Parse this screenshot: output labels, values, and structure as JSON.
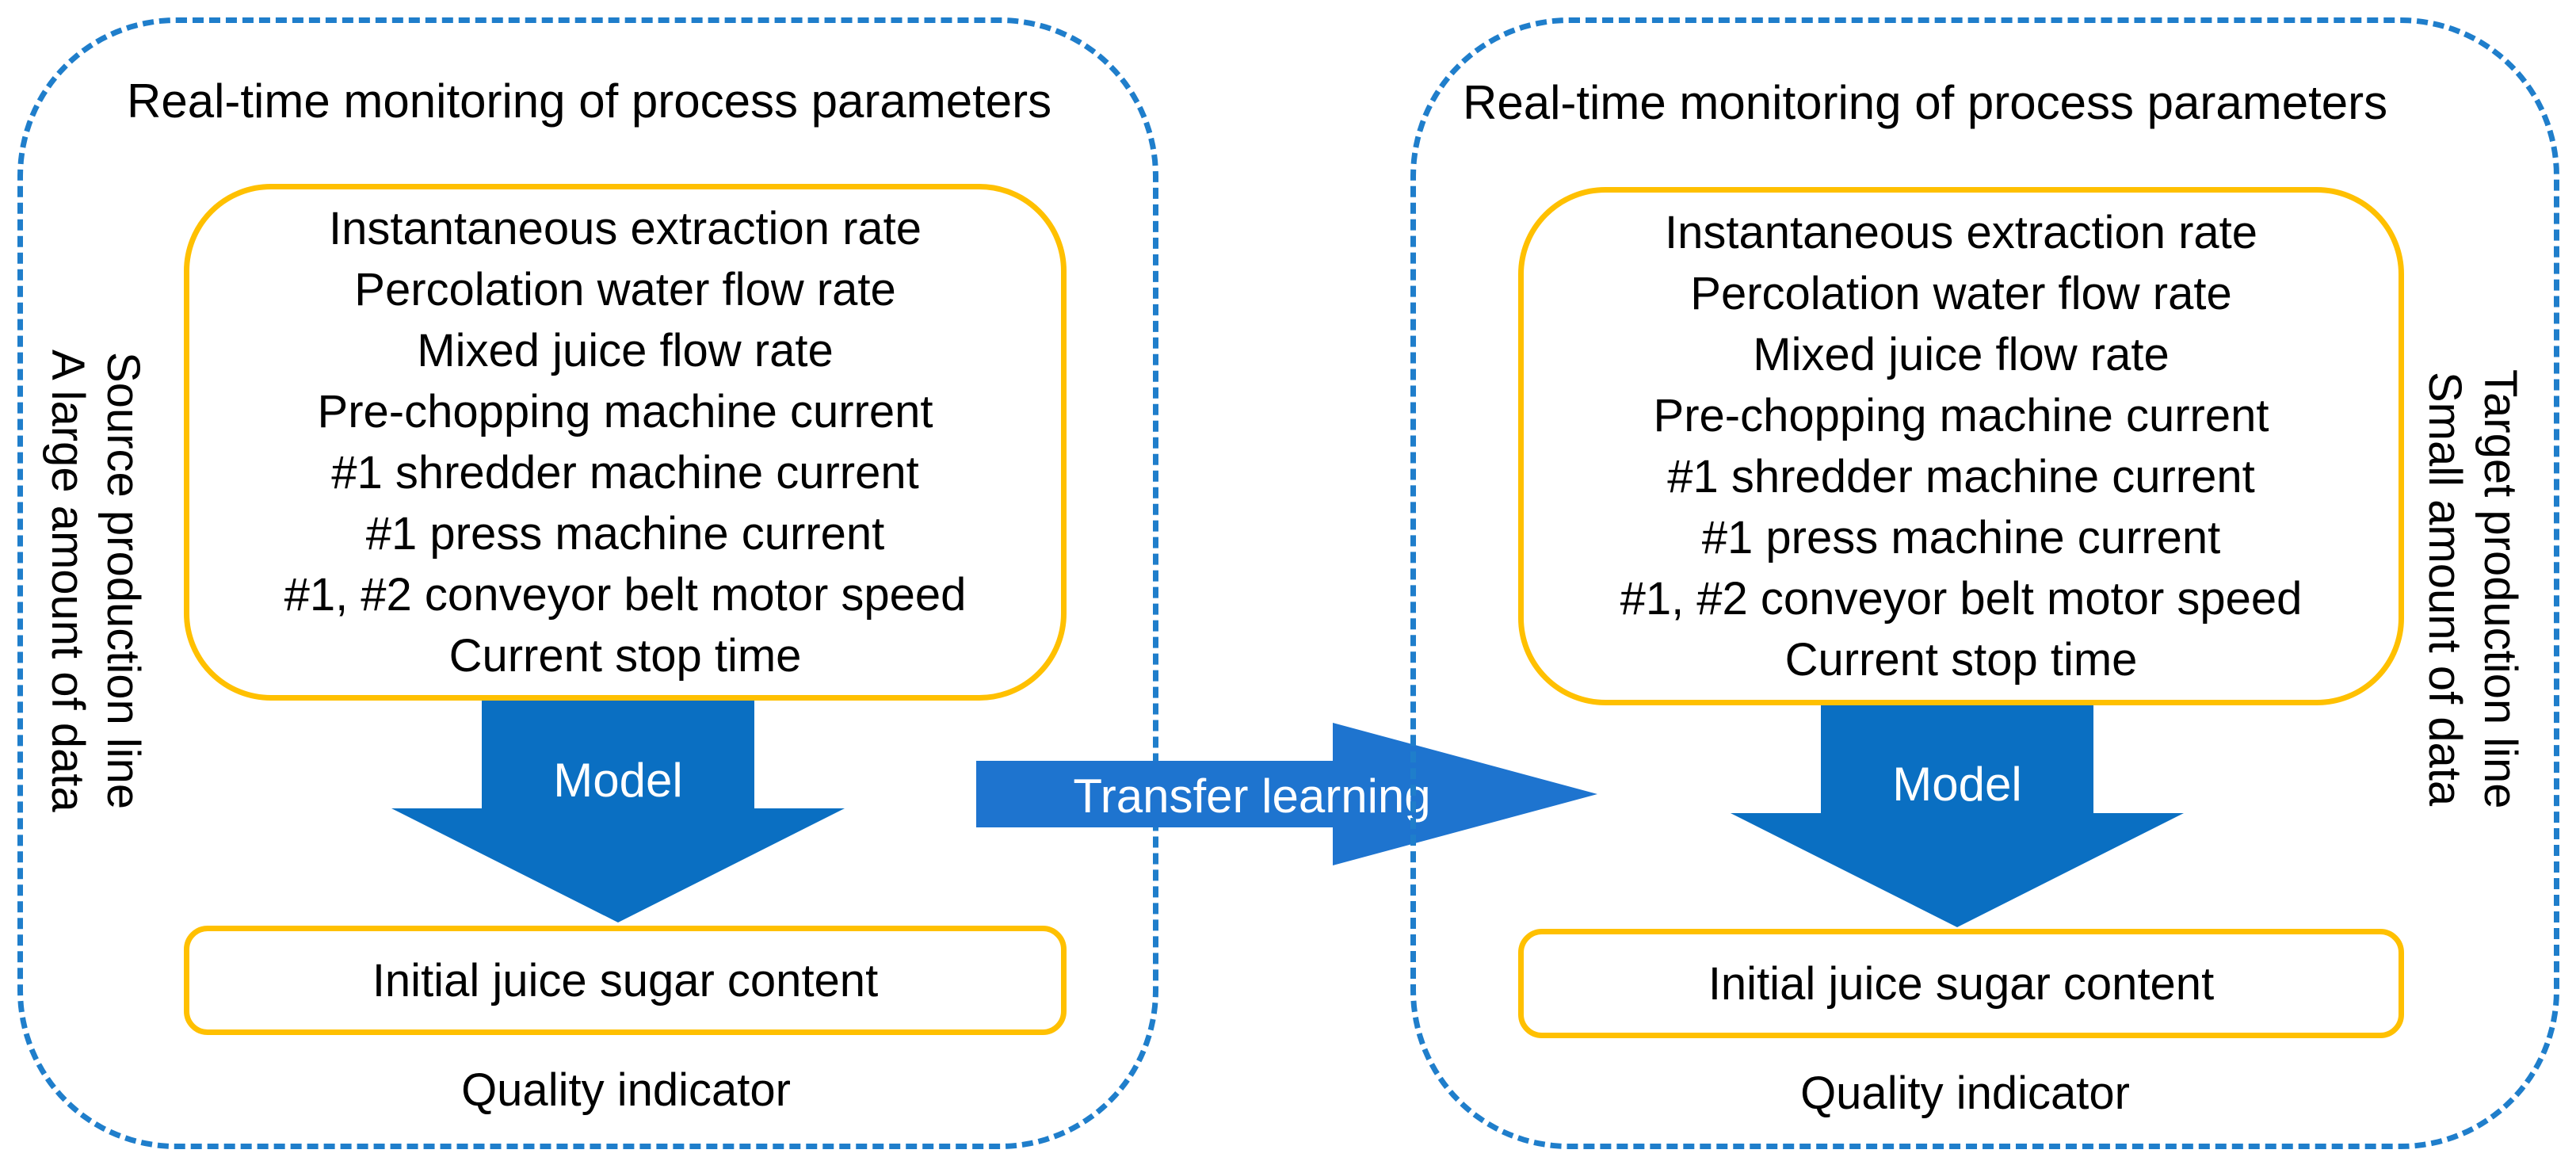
{
  "left": {
    "title": "Real-time monitoring of process parameters",
    "params": [
      "Instantaneous extraction rate",
      "Percolation water flow rate",
      "Mixed juice flow rate",
      "Pre-chopping machine current",
      "#1 shredder machine current",
      "#1 press machine current",
      "#1, #2 conveyor belt motor speed",
      "Current stop time"
    ],
    "model_label": "Model",
    "output": "Initial juice sugar content",
    "quality": "Quality indicator",
    "side_line1": "Source production line",
    "side_line2": "A large amount of data"
  },
  "right": {
    "title": "Real-time monitoring of process parameters",
    "params": [
      "Instantaneous extraction rate",
      "Percolation water flow rate",
      "Mixed juice flow rate",
      "Pre-chopping machine current",
      "#1 shredder machine current",
      "#1 press machine current",
      "#1, #2 conveyor belt motor speed",
      "Current stop time"
    ],
    "model_label": "Model",
    "output": "Initial juice sugar content",
    "quality": "Quality indicator",
    "side_line1": "Target production line",
    "side_line2": "Small amount of data"
  },
  "transfer_label": "Transfer learning",
  "colors": {
    "dashed_border": "#1f7ecb",
    "box_border": "#ffc000",
    "model_arrow": "#0a6fc2",
    "transfer_arrow": "#1e74cf"
  }
}
